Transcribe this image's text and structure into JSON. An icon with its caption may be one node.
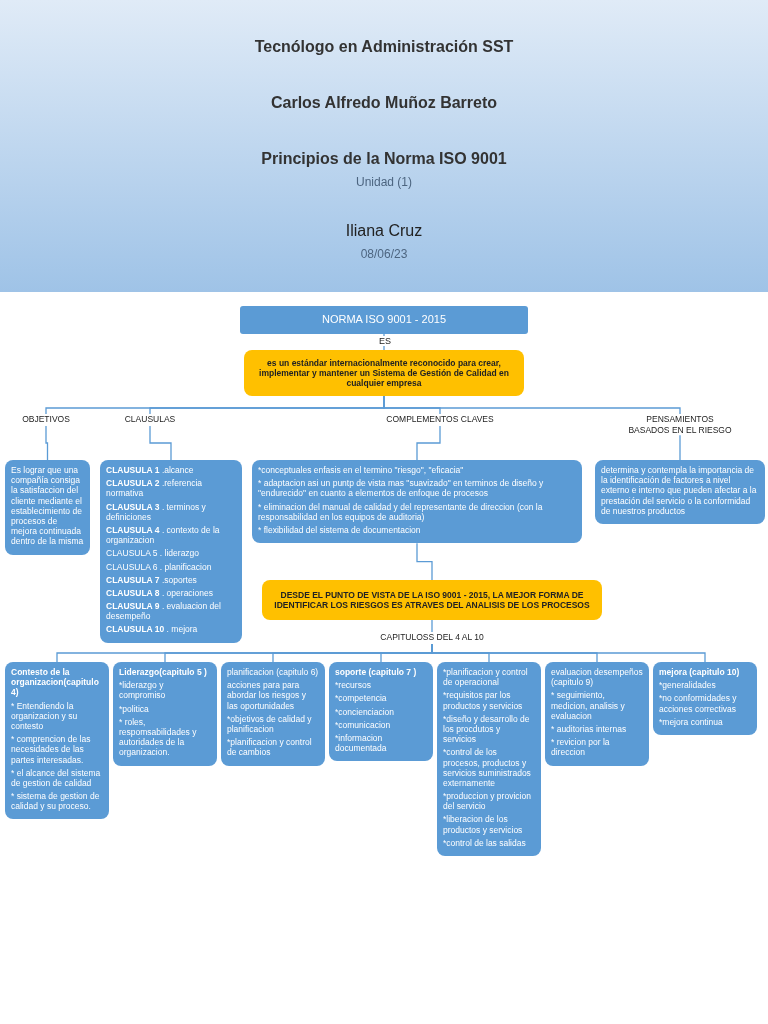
{
  "diagram": {
    "title": "Principios de la Norma ISO 9001",
    "nodes": [
      {
        "text": [
          "NORMA ISO 9001 - 2015"
        ]
      },
      {
        "text": [
          "es un estándar internacionalmente reconocido para crear, implementar y mantener un Sistema de Gestión de Calidad en cualquier empresa"
        ]
      },
      {
        "text": [
          "OBJETIVOS"
        ]
      },
      {
        "text": [
          "Es lograr que una compañía  consiga la satisfaccion del cliente mediante el establecimiento de procesos de mejora continuada dentro de la misma"
        ]
      },
      {
        "text": [
          "CLAUSULAS"
        ]
      },
      {
        "text": [
          "**CLAUSULA 1** .alcance",
          "**CLAUSULA 2** .referencia normativa",
          "**CLAUSULA 3** .  terminos y definiciones",
          "**CLAUSULA 4** . contexto de la organizacion",
          "CLAUSULA 5 . liderazgo",
          "CLAUSULA 6 . planificacion",
          "**CLAUSULA 7** .soportes",
          "**CLAUSULA 8** . operaciones",
          "**CLAUSULA 9** . evaluacion del desempeño",
          "**CLAUSULA 10** . mejora"
        ]
      },
      {
        "text": [
          "COMPLEMENTOS CLAVES"
        ]
      },
      {
        "text": [
          "*conceptuales enfasis en el termino \"riesgo\", \"eficacia\"",
          "* adaptacion asi un puntp de vista mas \"suavizado\" en terminos de diseño y \"endurecido\" en cuanto a elementos de enfoque de procesos",
          "* eliminacion del manual de calidad y del representante de direccion (con la responsabilidad en los equipos de auditoria)",
          "* flexibilidad del sistema de documentacion"
        ]
      },
      {
        "text": [
          "PENSAMIENTOS BASADOS EN EL RIESGO"
        ]
      },
      {
        "text": [
          "determina y contempla la importancia de la identificación de factores a nivel externo e interno que pueden afectar a la prestación del servicio o la conformidad de nuestros productos"
        ]
      },
      {
        "text": [
          "DESDE EL PUNTO DE VISTA DE LA ISO 9001 - 2015, LA MEJOR FORMA DE IDENTIFICAR LOS RIESGOS ES ATRAVES DEL ANALISIS DE LOS PROCESOS"
        ]
      },
      {
        "text": [
          "CAPITULOSS DEL 4 AL 10"
        ]
      },
      {
        "text": [
          "Contesto de la organizacion(capitulo 4)",
          "*  Entendiendo la organizacion  y su contesto",
          "* comprencion de las necesidades de las partes interesadas.",
          "* el alcance del sistema de gestion de calidad",
          "* sistema de gestion de calidad y su proceso."
        ]
      },
      {
        "text": [
          "Liderazgo(capitulo 5 )",
          "*liderazgo y compromiso",
          "*politica",
          "* roles, respomsabilidades y autoridades de la organizacion."
        ]
      },
      {
        "text": [
          "planificacion (capitulo 6)",
          "acciones para para abordar los riesgos y las oportunidades",
          "*objetivos de calidad y planificacion",
          "*planificacion y control de cambios"
        ]
      },
      {
        "text": [
          "soporte (capitulo 7 )",
          "*recursos",
          "*competencia",
          "*concienciacion",
          "*comunicacion",
          "*informacion documentada"
        ]
      },
      {
        "text": [
          "*planificacion y control de operacional",
          "*requisitos par los productos y servicios",
          "*diseño y desarrollo de los procdutos y servicios",
          "*control de los procesos, productos y servicios suministrados externamente",
          "*produccion y provicion del servicio",
          "*liberacion de los productos y servicios",
          "*control de las salidas"
        ]
      },
      {
        "text": [
          "evaluacion desempeños (capitulo 9)",
          "* seguimiento, medicion, analisis y evaluacion",
          "* auditorias internas",
          "* revicion por la direccion"
        ]
      },
      {
        "text": [
          "mejora (capitulo 10)",
          "*generalidades",
          "*no conformidades y acciones correctivas",
          "*mejora continua"
        ]
      }
    ],
    "edges": [
      {
        "from": 0,
        "to": 1,
        "arrow": "none",
        "label": "ES"
      },
      {
        "from": 1,
        "to": 2,
        "arrow": "none"
      },
      {
        "from": 1,
        "to": 4,
        "arrow": "none"
      },
      {
        "from": 1,
        "to": 6,
        "arrow": "none"
      },
      {
        "from": 1,
        "to": 8,
        "arrow": "none"
      },
      {
        "from": 2,
        "to": 3,
        "arrow": "none"
      },
      {
        "from": 4,
        "to": 5,
        "arrow": "none"
      },
      {
        "from": 6,
        "to": 7,
        "arrow": "none"
      },
      {
        "from": 8,
        "to": 9,
        "arrow": "none"
      },
      {
        "from": 7,
        "to": 10,
        "arrow": "none"
      },
      {
        "from": 10,
        "to": 11,
        "arrow": "none"
      },
      {
        "from": 11,
        "to": 12,
        "arrow": "none"
      },
      {
        "from": 11,
        "to": 13,
        "arrow": "none"
      },
      {
        "from": 11,
        "to": 14,
        "arrow": "none"
      },
      {
        "from": 11,
        "to": 15,
        "arrow": "none"
      },
      {
        "from": 11,
        "to": 16,
        "arrow": "none"
      },
      {
        "from": 11,
        "to": 17,
        "arrow": "none"
      },
      {
        "from": 11,
        "to": 18,
        "arrow": "none"
      }
    ],
    "labels": [
      "Tecnólogo en Administración SST",
      "Carlos Alfredo Muñoz Barreto",
      "Unidad (1)",
      "Iliana Cruz",
      "08/06/23"
    ]
  }
}
